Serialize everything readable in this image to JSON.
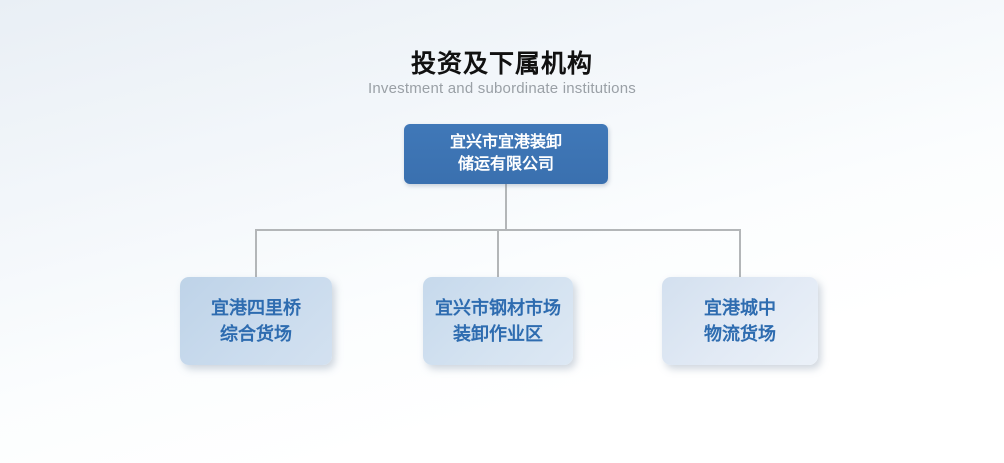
{
  "page": {
    "title": "投资及下属机构",
    "subtitle": "Investment and subordinate institutions"
  },
  "org_chart": {
    "root": {
      "name": "宜兴市宜港装卸储运有限公司",
      "line1": "宜兴市宜港装卸",
      "line2": "储运有限公司"
    },
    "children": [
      {
        "name": "宜港四里桥综合货场",
        "line1": "宜港四里桥",
        "line2": "综合货场"
      },
      {
        "name": "宜兴市钢材市场装卸作业区",
        "line1": "宜兴市钢材市场",
        "line2": "装卸作业区"
      },
      {
        "name": "宜港城中物流货场",
        "line1": "宜港城中",
        "line2": "物流货场"
      }
    ]
  },
  "colors": {
    "root_node_fill": "#3b72b3",
    "root_node_text": "#ffffff",
    "child_node_fill": "#c9dbed",
    "child_node_text": "#2e6cb0",
    "connector_line": "#b3b6b8",
    "title_text": "#111111",
    "subtitle_text": "#9aa0a6",
    "background_top": "#e9eff5",
    "background_bottom": "#ffffff"
  }
}
